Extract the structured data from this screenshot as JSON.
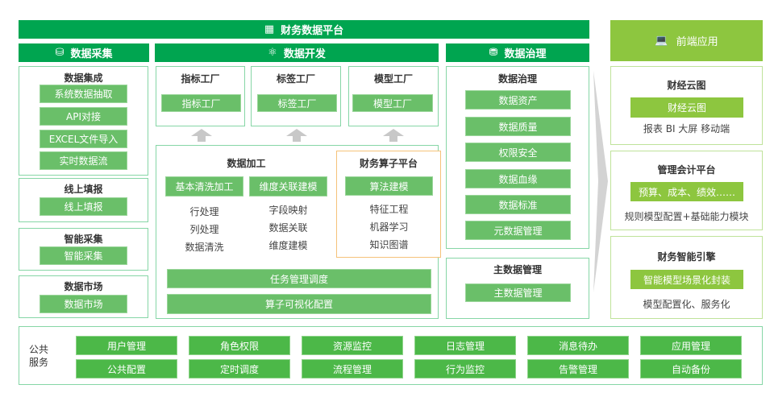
{
  "platform": {
    "title": "财务数据平台",
    "icon": "grid-icon"
  },
  "frontend": {
    "title": "前端应用",
    "icon": "laptop-icon"
  },
  "collection": {
    "title": "数据采集",
    "icon": "collect-icon",
    "integration": {
      "title": "数据集成",
      "items": [
        "系统数据抽取",
        "API对接",
        "EXCEL文件导入",
        "实时数据流"
      ]
    },
    "online": {
      "title": "线上填报",
      "button": "线上填报"
    },
    "smart": {
      "title": "智能采集",
      "button": "智能采集"
    },
    "market": {
      "title": "数据市场",
      "button": "数据市场"
    }
  },
  "development": {
    "title": "数据开发",
    "icon": "atom-icon",
    "factories": [
      {
        "title": "指标工厂",
        "button": "指标工厂"
      },
      {
        "title": "标签工厂",
        "button": "标签工厂"
      },
      {
        "title": "模型工厂",
        "button": "模型工厂"
      }
    ],
    "processing": {
      "title": "数据加工",
      "col1": {
        "button": "基本清洗加工",
        "items": [
          "行处理",
          "列处理",
          "数据清洗"
        ]
      },
      "col2": {
        "button": "维度关联建模",
        "items": [
          "字段映射",
          "数据关联",
          "维度建模"
        ]
      },
      "operator": {
        "title": "财务算子平台",
        "button": "算法建模",
        "items": [
          "特征工程",
          "机器学习",
          "知识图谱"
        ]
      },
      "task": "任务管理调度",
      "visual": "算子可视化配置"
    }
  },
  "governance": {
    "title": "数据治理",
    "icon": "database-icon",
    "box": {
      "title": "数据治理",
      "items": [
        "数据资产",
        "数据质量",
        "权限安全",
        "数据血缘",
        "数据标准",
        "元数据管理"
      ]
    },
    "master": {
      "title": "主数据管理",
      "button": "主数据管理"
    }
  },
  "apps": [
    {
      "title": "财经云图",
      "button": "财经云图",
      "desc": "报表 BI  大屏  移动端"
    },
    {
      "title": "管理会计平台",
      "button": "预算、成本、绩效……",
      "desc": "规则模型配置+基础能力模块"
    },
    {
      "title": "财务智能引擎",
      "button": "智能模型场景化封装",
      "desc": "模型配置化、服务化"
    }
  ],
  "public": {
    "label1": "公共",
    "label2": "服务",
    "row1": [
      "用户管理",
      "角色权限",
      "资源监控",
      "日志管理",
      "消息待办",
      "应用管理"
    ],
    "row2": [
      "公共配置",
      "定时调度",
      "流程管理",
      "行为监控",
      "告警管理",
      "自动备份"
    ]
  },
  "colors": {
    "dark": "#00a550",
    "button": "#6abf69",
    "light": "#8dc63f"
  }
}
